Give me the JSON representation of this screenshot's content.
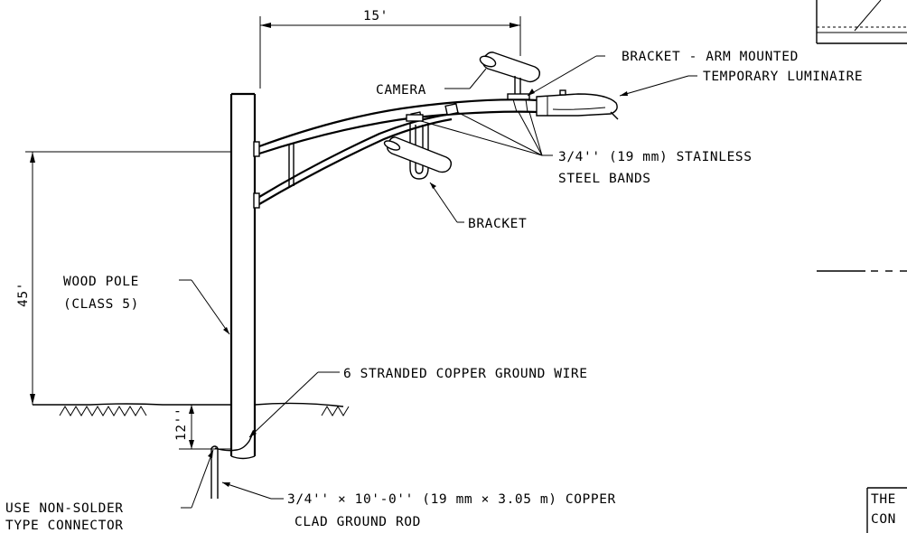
{
  "dimensions": {
    "span": "15'",
    "height": "45'",
    "burial": "12''"
  },
  "labels": {
    "camera": "CAMERA",
    "bracket_arm_mounted": "BRACKET - ARM MOUNTED",
    "temporary_luminaire": "TEMPORARY LUMINAIRE",
    "bands_line1": "3/4'' (19 mm) STAINLESS",
    "bands_line2": "STEEL BANDS",
    "bracket": "BRACKET",
    "wood_pole_line1": "WOOD POLE",
    "wood_pole_line2": "(CLASS 5)",
    "ground_wire": "6 STRANDED COPPER GROUND WIRE",
    "connector_line1": "USE NON-SOLDER",
    "connector_line2": "TYPE CONNECTOR",
    "ground_rod_line1": "3/4'' × 10'-0'' (19 mm × 3.05 m) COPPER",
    "ground_rod_line2": "CLAD GROUND ROD",
    "note_line1": "THE",
    "note_line2": "CON"
  }
}
